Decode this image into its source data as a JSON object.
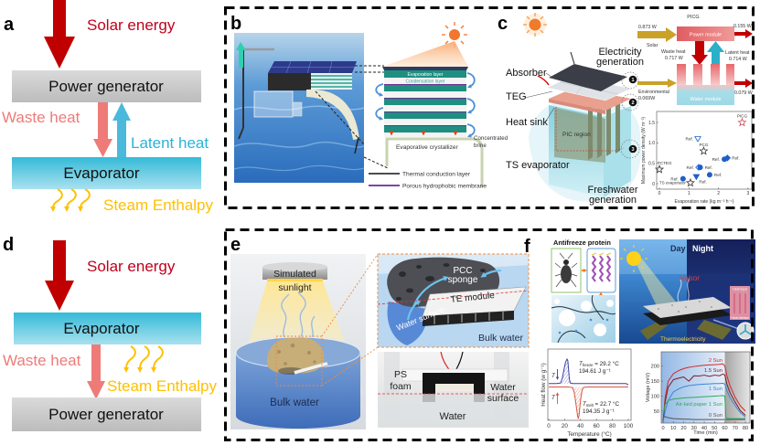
{
  "panels": {
    "a": {
      "label": "a",
      "solar_energy": "Solar energy",
      "power_generator": "Power generator",
      "waste_heat": "Waste heat",
      "latent_heat": "Latent heat",
      "evaporator": "Evaporator",
      "steam_enthalpy": "Steam Enthalpy"
    },
    "b": {
      "label": "b",
      "evaporation_layer": "Evaporation layer",
      "condensation_layer": "Condensation layer",
      "crystallizer": "Evaporative crystallizer",
      "brine": [
        "Concentrated",
        "brine"
      ],
      "legend": [
        {
          "label": "Thermal conduction layer",
          "color": "#333333"
        },
        {
          "label": "Porous hydrophobic membrane",
          "color": "#6b2d91"
        }
      ]
    },
    "c": {
      "label": "c",
      "absorber": "Absorber",
      "teg": "TEG",
      "heat_sink": "Heat sink",
      "ts_evaporator": "TS evaporator",
      "pic_region": "PIC region",
      "electricity_generation": [
        "Electricity",
        "generation"
      ],
      "freshwater_generation": [
        "Freshwater",
        "generation"
      ],
      "markers": [
        "1",
        "2",
        "3"
      ],
      "energy_flow": {
        "title": "PICG",
        "solar_input": "0.873 W",
        "solar_label": "Solar",
        "power_module": "Power module",
        "power_output": "0.155 W",
        "waste_heat_label": "Waste heat",
        "waste_heat_value": "0.717 W",
        "latent_heat_label": "Latent heat",
        "latent_heat_value": "0.714 W",
        "environmental_label": "Environmental",
        "environmental_value": "0.069W",
        "water_module": "Water module",
        "water_output": "0.079 W"
      }
    },
    "d": {
      "label": "d",
      "solar_energy": "Solar energy",
      "evaporator": "Evaporator",
      "waste_heat": "Waste heat",
      "steam_enthalpy": "Steam Enthalpy",
      "power_generator": "Power generator"
    },
    "e": {
      "label": "e",
      "lamp": [
        "Simulated",
        "sunlight"
      ],
      "bulk_water": "Bulk water",
      "pcc_sponge": [
        "PCC",
        "sponge"
      ],
      "te_module": "TE module",
      "water_surface": "Water surface",
      "bulk_water_zoom": "Bulk water",
      "ps_foam": [
        "PS",
        "foam"
      ],
      "water_surface_photo": [
        "Water",
        "surface"
      ],
      "water_photo": "Water"
    },
    "f": {
      "label": "f",
      "antifreeze_protein": "Antifreeze protein",
      "day": "Day",
      "night": "Night",
      "vapor": "Vapor",
      "thermoelectricity": "Thermoelectricity",
      "heat_input": "Heat input",
      "heat_release": "Heat release"
    }
  },
  "colors": {
    "solar": "#c00000",
    "waste_heat": "#ee7b78",
    "latent_heat": "#2bb3d7",
    "steam": "#ffc000"
  },
  "chart_data": [
    {
      "type": "scatter",
      "title": "",
      "xlabel": "Evaporation rate (kg m⁻² h⁻¹)",
      "ylabel": "Maximum power density (W m⁻²)",
      "xlim": [
        -0.093,
        3.127
      ],
      "ylim": [
        -0.134,
        1.77
      ],
      "grid": false,
      "xticks": [
        {
          "value": 0,
          "label": "0"
        },
        {
          "value": 1,
          "label": "1"
        },
        {
          "value": 2,
          "label": "2"
        },
        {
          "value": 3,
          "label": "3"
        }
      ],
      "yticks": [
        {
          "value": 0,
          "label": "0"
        },
        {
          "value": 0.5,
          "label": "0.5"
        },
        {
          "value": 1.0,
          "label": "1.0"
        },
        {
          "value": 1.5,
          "label": "1.5"
        }
      ],
      "points": [
        {
          "label": "PICG",
          "x": 2.8,
          "y": 1.5,
          "marker": "star",
          "filled": false,
          "color": "#d9434c"
        },
        {
          "label": "Ref.",
          "x": 1.3,
          "y": 1.1,
          "marker": "triangle-down",
          "filled": false,
          "color": "#1f5fc8"
        },
        {
          "label": "PCG",
          "x": 1.5,
          "y": 0.8,
          "marker": "star",
          "filled": false,
          "color": "#333333"
        },
        {
          "label": "Ref.",
          "x": 2.2,
          "y": 0.6,
          "marker": "circle",
          "filled": true,
          "color": "#1f5fc8"
        },
        {
          "label": "Ref.",
          "x": 2.3,
          "y": 0.63,
          "marker": "diamond",
          "filled": true,
          "color": "#1f5fc8"
        },
        {
          "label": "TCTEG",
          "x": 0.0,
          "y": 0.35,
          "marker": "star",
          "filled": false,
          "color": "#333333"
        },
        {
          "label": "Ref.",
          "x": 1.33,
          "y": 0.4,
          "marker": "diamond",
          "filled": false,
          "color": "#1f5fc8"
        },
        {
          "label": "Ref.",
          "x": 1.38,
          "y": 0.4,
          "marker": "circle",
          "filled": true,
          "color": "#1f5fc8"
        },
        {
          "label": "Ref.",
          "x": 0.8,
          "y": 0.12,
          "marker": "circle",
          "filled": true,
          "color": "#1f5fc8"
        },
        {
          "label": "Ref.",
          "x": 1.25,
          "y": 0.17,
          "marker": "triangle-down",
          "filled": true,
          "color": "#1f5fc8"
        },
        {
          "label": "Ref.",
          "x": 1.7,
          "y": 0.22,
          "marker": "circle",
          "filled": true,
          "color": "#1f5fc8"
        },
        {
          "label": "TS evaporator",
          "x": 1.05,
          "y": 0.02,
          "marker": "star",
          "filled": false,
          "color": "#333333"
        }
      ]
    },
    {
      "type": "line",
      "title": "",
      "xlabel": "Temperature (°C)",
      "ylabel": "Heat flow (w g⁻¹)",
      "xlim": [
        -1.2,
        103.5
      ],
      "ylim": [
        -6,
        6.2
      ],
      "grid": false,
      "xticks": [
        {
          "value": 0,
          "label": "0"
        },
        {
          "value": 20,
          "label": "20"
        },
        {
          "value": 40,
          "label": "40"
        },
        {
          "value": 60,
          "label": "60"
        },
        {
          "value": 80,
          "label": "80"
        },
        {
          "value": 100,
          "label": "100"
        }
      ],
      "yticks": [],
      "series": [
        {
          "color": "#3d3fa5",
          "peak_range": [
            15,
            27
          ],
          "x": [
            0,
            10,
            15,
            17,
            19,
            21,
            23,
            24,
            25,
            26,
            27,
            30,
            60,
            90,
            97,
            100
          ],
          "y": [
            0.3,
            0.3,
            0.4,
            1.2,
            2.6,
            3.9,
            4.5,
            4.2,
            2.5,
            1.0,
            0.4,
            0.3,
            0.3,
            0.3,
            0.3,
            0.1
          ]
        },
        {
          "color": "#d4583e",
          "peak_range": [
            30,
            44
          ],
          "x": [
            0,
            25,
            30,
            32,
            34,
            36,
            37,
            38,
            40,
            42,
            44,
            50,
            100
          ],
          "y": [
            -0.3,
            -0.3,
            -0.4,
            -1.2,
            -3.0,
            -5.0,
            -5.7,
            -5.2,
            -2.5,
            -0.8,
            -0.35,
            -0.3,
            -0.3
          ]
        }
      ],
      "annotations": {
        "freeze": {
          "symbol": "T",
          "subscript": "freeze",
          "value": " = 29.2 °C",
          "enthalpy": "194.61 J g⁻¹"
        },
        "melt": {
          "symbol": "T",
          "subscript": "melt",
          "value": " = 22.7 °C",
          "enthalpy": "194.35 J g⁻¹"
        },
        "cooling_label": "T",
        "heating_label": "T"
      }
    },
    {
      "type": "line",
      "title": "",
      "xlabel": "Time (min)",
      "ylabel": "Voltage (mV)",
      "xlim": [
        -1.8,
        84.4
      ],
      "ylim": [
        10,
        248
      ],
      "grid": false,
      "xticks": [
        {
          "value": 0,
          "label": "0"
        },
        {
          "value": 10,
          "label": "10"
        },
        {
          "value": 20,
          "label": "20"
        },
        {
          "value": 30,
          "label": "30"
        },
        {
          "value": 40,
          "label": "40"
        },
        {
          "value": 50,
          "label": "50"
        },
        {
          "value": 60,
          "label": "60"
        },
        {
          "value": 70,
          "label": "70"
        },
        {
          "value": 80,
          "label": "80"
        }
      ],
      "yticks": [
        {
          "value": 50,
          "label": "50"
        },
        {
          "value": 100,
          "label": "100"
        },
        {
          "value": 150,
          "label": "150"
        },
        {
          "value": 200,
          "label": "200"
        }
      ],
      "shaded_regions": [
        {
          "from": -1.8,
          "to": 60,
          "color": "#8db4e3"
        },
        {
          "from": 60,
          "to": 84.4,
          "color": "#9a9a9a"
        }
      ],
      "x": [
        0,
        2,
        5,
        10,
        15,
        20,
        25,
        30,
        35,
        40,
        45,
        50,
        55,
        58,
        60,
        61,
        62,
        65,
        70,
        75,
        80
      ],
      "series": [
        {
          "name": "2 Sun",
          "color": "#d42a2a",
          "y": [
            18,
            95,
            150,
            175,
            185,
            192,
            196,
            199,
            201,
            203,
            204,
            205,
            206,
            208,
            200,
            185,
            168,
            135,
            96,
            68,
            50
          ]
        },
        {
          "name": "1.5 Sun",
          "color": "#7a1e2a",
          "y": [
            16,
            80,
            130,
            155,
            160,
            164,
            150,
            168,
            167,
            170,
            166,
            170,
            168,
            174,
            170,
            155,
            140,
            112,
            80,
            52,
            36
          ]
        },
        {
          "name": "1 Sun",
          "color": "#3a86d6",
          "y": [
            14,
            50,
            85,
            114,
            124,
            131,
            135,
            137,
            139,
            140,
            141,
            142,
            142,
            143,
            140,
            130,
            118,
            95,
            68,
            45,
            30
          ]
        },
        {
          "name": "Air-laid paper 1 Sun",
          "color": "#2eaa5a",
          "y": [
            38,
            72,
            85,
            90,
            92,
            94,
            95,
            96,
            97,
            98,
            99,
            100,
            101,
            102,
            100,
            30,
            26,
            25,
            25,
            25,
            25
          ]
        },
        {
          "name": "0 Sun",
          "color": "#555555",
          "y": [
            34,
            31,
            28,
            25,
            24,
            23,
            23,
            22,
            22,
            22,
            22,
            22,
            22,
            22,
            22,
            22,
            22,
            22,
            22,
            22,
            22
          ]
        }
      ]
    }
  ]
}
